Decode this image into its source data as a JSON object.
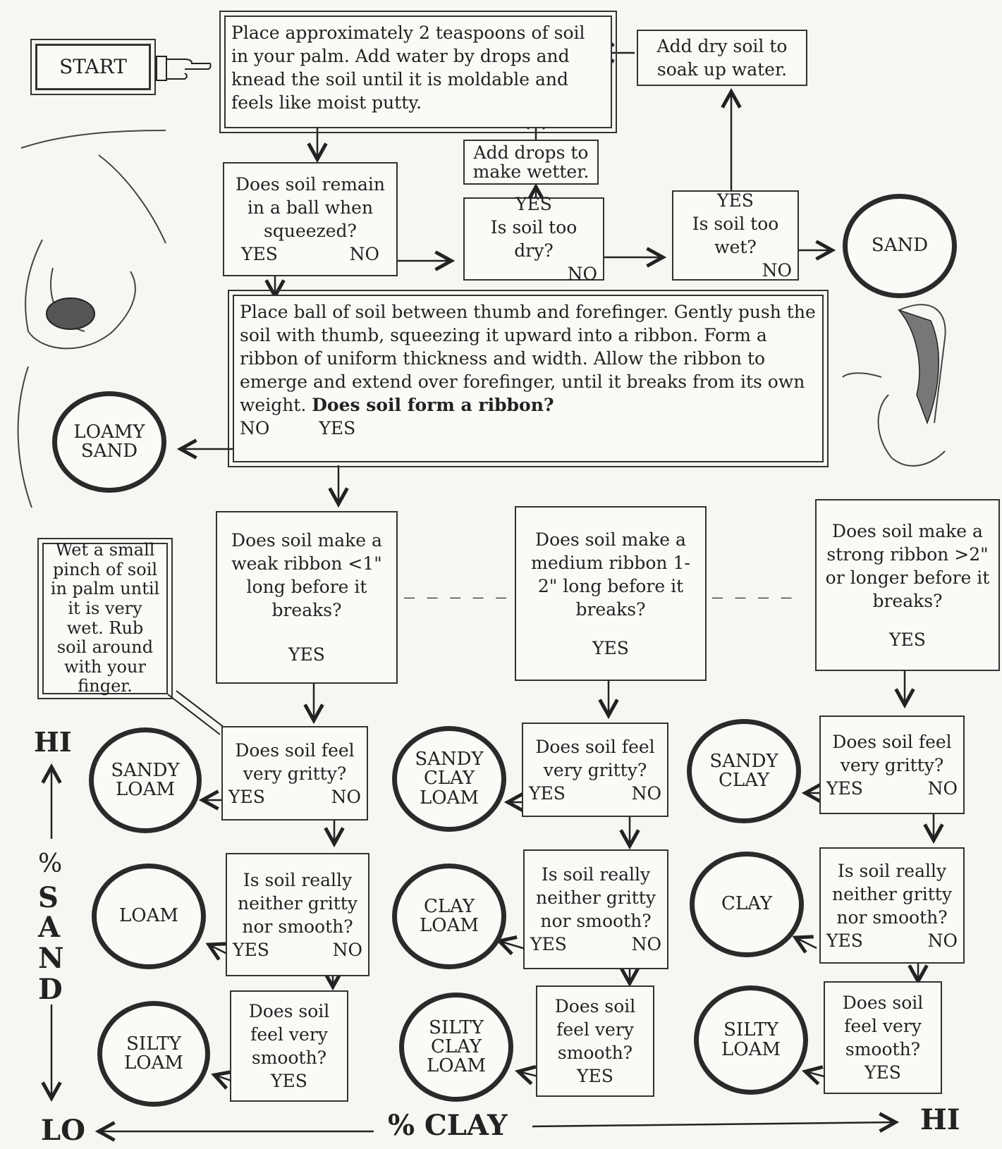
{
  "start_label": "START",
  "boxes": {
    "place_soil": "Place approximately 2 teaspoons of soil in your palm. Add water by drops and knead the soil until it is moldable and feels like moist putty.",
    "add_dry": "Add dry soil to soak up water.",
    "add_drops": "Add drops to make wetter.",
    "ball_question": "Does soil remain in a ball when squeezed?",
    "too_dry": "Is soil too dry?",
    "too_wet": "Is soil too wet?",
    "ribbon_instr": "Place ball of soil between thumb and forefinger. Gently push the soil with thumb, squeezing it upward into a ribbon. Form a ribbon of uniform thickness and width. Allow the ribbon to emerge and extend over forefinger, until it breaks from its own weight.",
    "ribbon_question": "Does soil form a ribbon?",
    "weak_ribbon": "Does soil make a weak ribbon <1\" long before it breaks?",
    "medium_ribbon": "Does soil make a medium ribbon 1-2\" long before it breaks?",
    "strong_ribbon": "Does soil make a strong ribbon >2\" or longer before it breaks?",
    "wet_pinch": "Wet a small pinch of soil in palm until it is very wet. Rub soil around with your finger.",
    "gritty": "Does soil feel very gritty?",
    "neither": "Is soil really neither gritty nor smooth?",
    "smooth": "Does soil feel very smooth?"
  },
  "answers": {
    "yes": "YES",
    "no": "NO"
  },
  "results": {
    "sand": "SAND",
    "loamy_sand": "LOAMY\nSAND",
    "sandy_loam": "SANDY\nLOAM",
    "loam": "LOAM",
    "silty_loam_1": "SILTY\nLOAM",
    "sandy_clay_loam": "SANDY\nCLAY\nLOAM",
    "clay_loam": "CLAY\nLOAM",
    "silty_clay_loam": "SILTY\nCLAY\nLOAM",
    "sandy_clay": "SANDY\nCLAY",
    "clay": "CLAY",
    "silty_loam_2": "SILTY\nLOAM"
  },
  "axes": {
    "clay_label": "% CLAY",
    "sand_pct": "%",
    "sand_letters": [
      "S",
      "A",
      "N",
      "D"
    ],
    "hi": "HI",
    "lo": "LO"
  }
}
